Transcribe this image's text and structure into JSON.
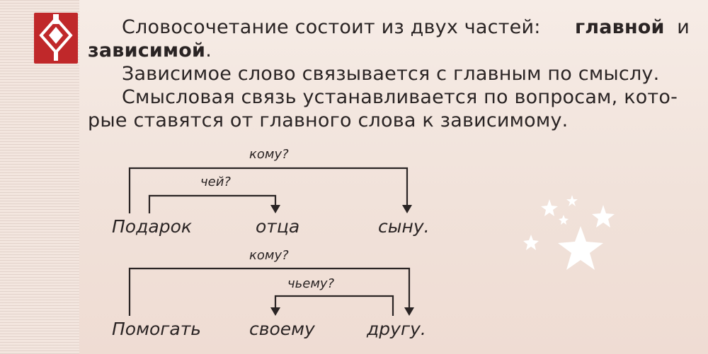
{
  "rule": {
    "line1_start": "Словосочетание состоит из двух частей:",
    "main_word": "главной",
    "conjunction": "и",
    "dependent_word": "зависимой",
    "period": ".",
    "line2": "Зависимое слово связывается с главным по смыслу.",
    "line3": "Смысловая связь устанавливается по вопросам, кото-",
    "line4": "рые ставятся от главного слова к зависимому."
  },
  "example1": {
    "main": "Подарок",
    "dep1": "отца",
    "dep2": "сыну.",
    "q_outer": "кому?",
    "q_inner": "чей?"
  },
  "example2": {
    "main": "Помогать",
    "dep1": "своему",
    "dep2": "другу.",
    "q_outer": "кому?",
    "q_inner": "чьему?"
  },
  "colors": {
    "emblem": "#c0282a",
    "background": "#f3e6df",
    "text": "#2a2424"
  },
  "icons": [
    "rule-emblem-icon",
    "stars-decoration"
  ]
}
